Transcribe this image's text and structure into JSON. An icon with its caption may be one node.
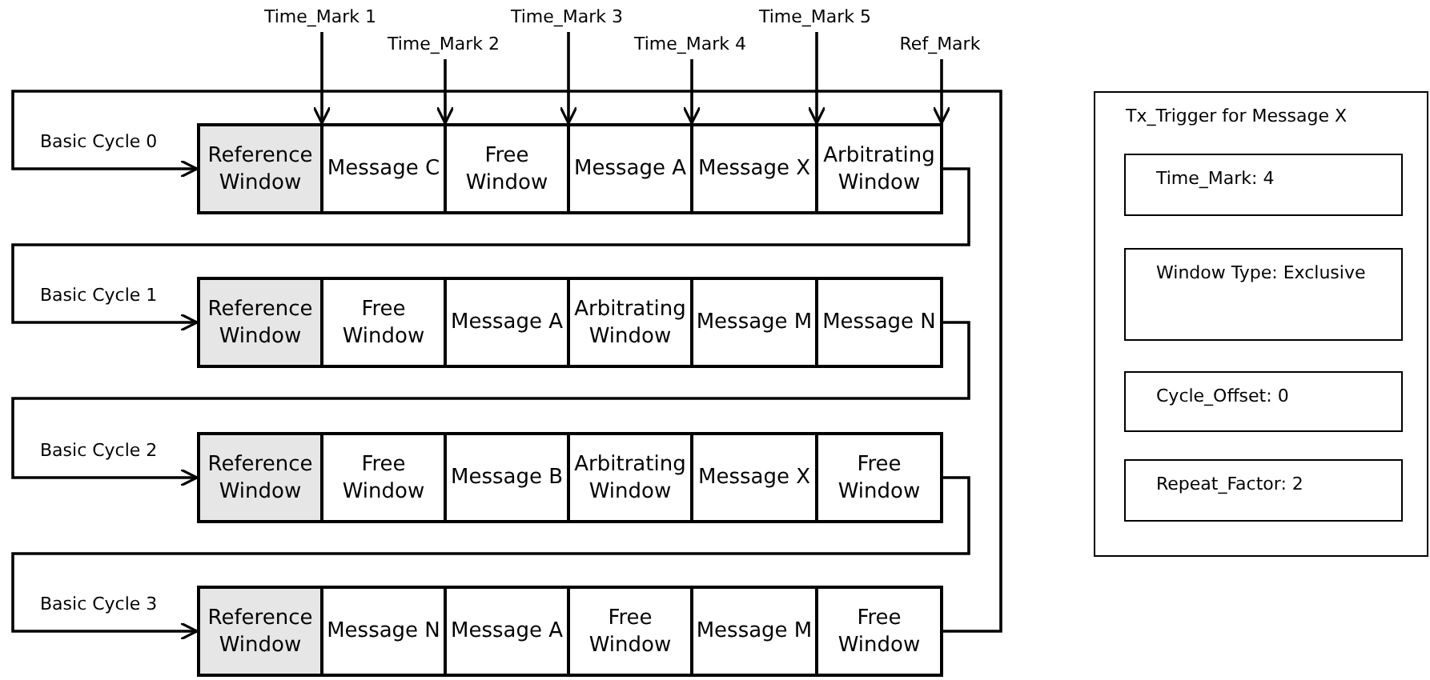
{
  "diagram": {
    "nodes": [
      {
        "text": [
          "Time_Mark 1"
        ]
      },
      {
        "text": [
          "Time_Mark 2"
        ]
      },
      {
        "text": [
          "Time_Mark 3"
        ]
      },
      {
        "text": [
          "Time_Mark 4"
        ]
      },
      {
        "text": [
          "Time_Mark 5"
        ]
      },
      {
        "text": [
          "Ref_Mark"
        ]
      },
      {
        "text": [
          "Reference Window"
        ]
      },
      {
        "text": [
          "Message C"
        ]
      },
      {
        "text": [
          "Free Window"
        ]
      },
      {
        "text": [
          "Message A"
        ]
      },
      {
        "text": [
          "Message X"
        ]
      },
      {
        "text": [
          "Arbitrating Window"
        ]
      },
      {
        "text": [
          "Reference Window"
        ]
      },
      {
        "text": [
          "Free Window"
        ]
      },
      {
        "text": [
          "Message A"
        ]
      },
      {
        "text": [
          "Arbitrating Window"
        ]
      },
      {
        "text": [
          "Message M"
        ]
      },
      {
        "text": [
          "Message N"
        ]
      },
      {
        "text": [
          "Reference Window"
        ]
      },
      {
        "text": [
          "Free Window"
        ]
      },
      {
        "text": [
          "Message B"
        ]
      },
      {
        "text": [
          "Arbitrating Window"
        ]
      },
      {
        "text": [
          "Message X"
        ]
      },
      {
        "text": [
          "Free Window"
        ]
      },
      {
        "text": [
          "Reference Window"
        ]
      },
      {
        "text": [
          "Message N"
        ]
      },
      {
        "text": [
          "Message A"
        ]
      },
      {
        "text": [
          "Free Window"
        ]
      },
      {
        "text": [
          "Message M"
        ]
      },
      {
        "text": [
          "Free Window"
        ]
      },
      {
        "text": [
          "Tx_Trigger for Message X"
        ]
      },
      {
        "text": [
          "Time_Mark: 4"
        ],
        "in": 30
      },
      {
        "text": [
          "Window Type: Exclusive"
        ],
        "in": 30
      },
      {
        "text": [
          "Cycle_Offset: 0"
        ],
        "in": 30
      },
      {
        "text": [
          "Repeat_Factor: 2"
        ],
        "in": 30
      }
    ],
    "edges": [
      {
        "from": 0,
        "to": 6,
        "arrow": "to"
      },
      {
        "from": 1,
        "to": 7,
        "arrow": "to"
      },
      {
        "from": 2,
        "to": 8,
        "arrow": "to"
      },
      {
        "from": 3,
        "to": 9,
        "arrow": "to"
      },
      {
        "from": 4,
        "to": 10,
        "arrow": "to"
      },
      {
        "from": 5,
        "to": 11,
        "arrow": "to"
      },
      {
        "from": 11,
        "to": 12,
        "arrow": "to"
      },
      {
        "from": 17,
        "to": 18,
        "arrow": "to"
      },
      {
        "from": 23,
        "to": 24,
        "arrow": "to"
      },
      {
        "from": 29,
        "to": 6,
        "arrow": "to"
      }
    ],
    "labels": [
      "Basic Cycle 0",
      "Basic Cycle 1",
      "Basic Cycle 2",
      "Basic Cycle 3"
    ]
  }
}
